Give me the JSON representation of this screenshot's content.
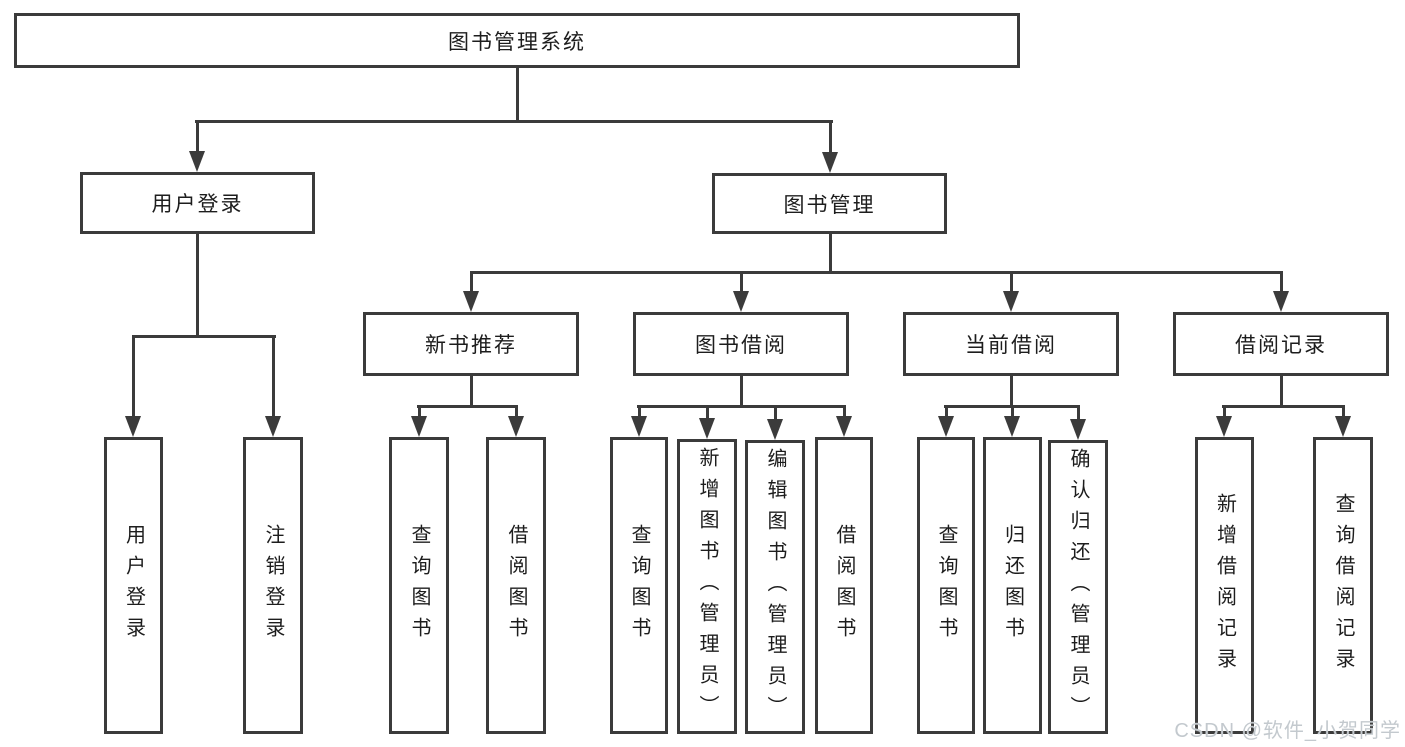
{
  "diagram": {
    "root": {
      "label": "图书管理系统"
    },
    "branches": [
      {
        "label": "用户登录",
        "children": [
          {
            "label": "用户登录"
          },
          {
            "label": "注销登录"
          }
        ]
      },
      {
        "label": "图书管理",
        "children": [
          {
            "label": "新书推荐",
            "children": [
              {
                "label": "查询图书"
              },
              {
                "label": "借阅图书"
              }
            ]
          },
          {
            "label": "图书借阅",
            "children": [
              {
                "label": "查询图书"
              },
              {
                "label": "新增图书（管理员）"
              },
              {
                "label": "编辑图书（管理员）"
              },
              {
                "label": "借阅图书"
              }
            ]
          },
          {
            "label": "当前借阅",
            "children": [
              {
                "label": "查询图书"
              },
              {
                "label": "归还图书"
              },
              {
                "label": "确认归还（管理员）"
              }
            ]
          },
          {
            "label": "借阅记录",
            "children": [
              {
                "label": "新增借阅记录"
              },
              {
                "label": "查询借阅记录"
              }
            ]
          }
        ]
      }
    ]
  },
  "watermark": {
    "text": "CSDN @软件_小贺同学"
  },
  "colors": {
    "line": "#3b3b3b",
    "border": "#3b3b3b",
    "text": "#1d1d1d",
    "background": "#ffffff",
    "watermark": "#c3c9ce"
  }
}
